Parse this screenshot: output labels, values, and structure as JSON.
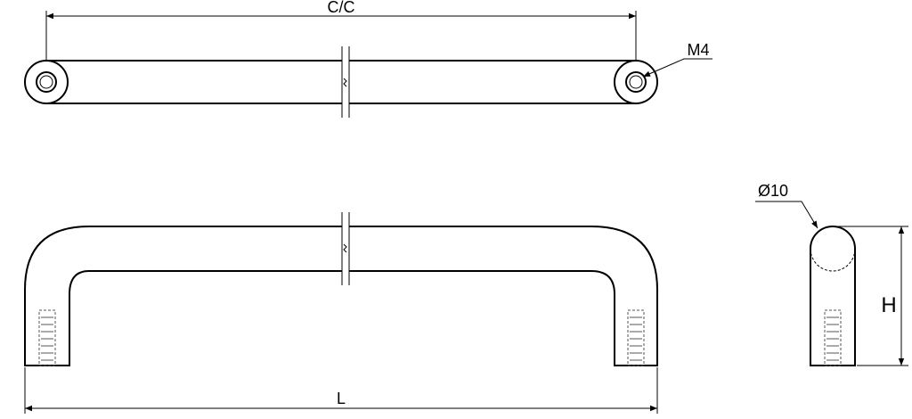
{
  "dimensions": {
    "center_to_center": "C/C",
    "thread": "M4",
    "diameter": "Ø10",
    "length": "L",
    "height": "H"
  }
}
